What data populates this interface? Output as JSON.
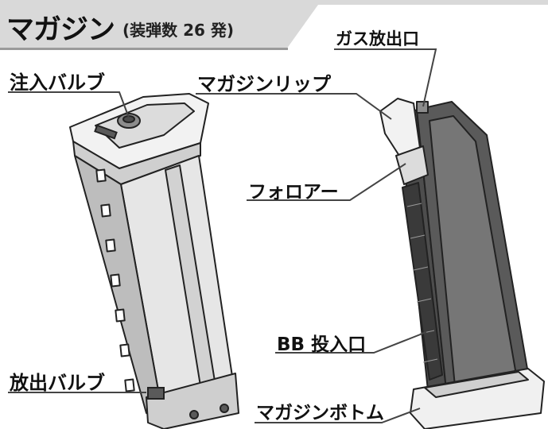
{
  "title": {
    "main": "マガジン",
    "sub": "(装弾数 26 発)"
  },
  "labels": {
    "gas_outlet": "ガス放出口",
    "fill_valve": "注入バルブ",
    "magazine_lip": "マガジンリップ",
    "follower": "フォロアー",
    "bb_loading_port": "BB 投入口",
    "release_valve": "放出バルブ",
    "magazine_bottom": "マガジンボトム"
  },
  "colors": {
    "header_band": "#d9d9d9",
    "part_light": "#f2f2f2",
    "part_mid": "#cfcfcf",
    "part_dark": "#5a5a5a",
    "outline": "#222222",
    "leader": "#444444"
  }
}
